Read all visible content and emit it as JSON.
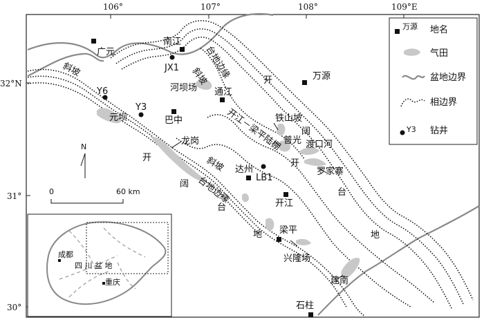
{
  "lon_ticks": [
    "106°",
    "107°",
    "108°",
    "109°E"
  ],
  "lat_ticks": [
    "32°N",
    "31°",
    "30°"
  ],
  "towns": {
    "guangyuan": "广元",
    "nanjiang": "南江",
    "wanyuan": "万源",
    "tongjiang": "通江",
    "hebachang": "河坝场",
    "bazhong": "巴中",
    "yuanba": "元坝",
    "longgang": "龙岗",
    "tieshanpo": "铁山坡",
    "puguang": "普光",
    "dukouhe": "渡口河",
    "luojiazhai": "罗家寨",
    "dazhou": "达州",
    "kaijiang": "开江",
    "liangping": "梁平",
    "xinglongchang": "兴隆场",
    "jiannan": "建南",
    "shizhu": "石柱"
  },
  "wells": {
    "jx1": "JX1",
    "y6": "Y6",
    "y3": "Y3",
    "lb1": "LB1"
  },
  "regions": {
    "r_xiepo_nw": "斜坡",
    "r_taidi_top": "台地边缘",
    "r_xiepo_top": "斜坡",
    "r_kai1": "开",
    "r_kaijiang_trough": "开江－梁平陆棚",
    "r_kaikuo_a": "开",
    "r_kaikuo_b": "阔",
    "r_kaikuo_c": "台",
    "r_kaikuo_d": "地",
    "r_xiepo_mid": "斜坡",
    "r_taidi_mid": "台地边缘",
    "r_kai_e1": "阔",
    "r_kai_e2": "台",
    "r_kai_e3": "地",
    "r_kai_e4": "开"
  },
  "scale": {
    "zero": "0",
    "max": "60 km"
  },
  "north": "N",
  "legend": {
    "town": "地名",
    "town_sample": "万源",
    "gas": "气田",
    "basin": "盆地边界",
    "facies": "相边界",
    "well": "钻井",
    "well_sample": "Y3"
  },
  "inset": {
    "chengdu": "成都",
    "basin": "四 川 盆 地",
    "chongqing": "重庆"
  },
  "colors": {
    "basin_boundary": "#8a8a8a",
    "gas_field": "#c8c8c8",
    "ink": "#111111"
  }
}
